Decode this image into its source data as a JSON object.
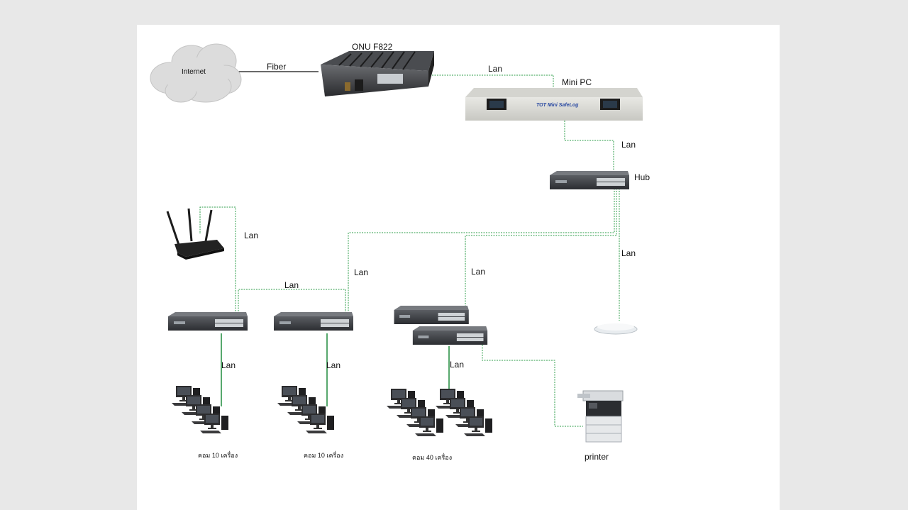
{
  "diagram": {
    "internet_label": "Internet",
    "fiber_label": "Fiber",
    "onu_label": "ONU F822",
    "minipc_label": "Mini PC",
    "minipc_brand": "TOT Mini SafeLog",
    "hub_label": "Hub",
    "printer_label": "printer",
    "lan_label": "Lan",
    "group1_label": "คอม 10 เครื่อง",
    "group2_label": "คอม 10 เครื่อง",
    "group3_label": "คอม 40 เครื่อง"
  },
  "colors": {
    "lan_line": "#2e9e4a",
    "paper": "#ffffff",
    "background": "#e8e8e8"
  }
}
